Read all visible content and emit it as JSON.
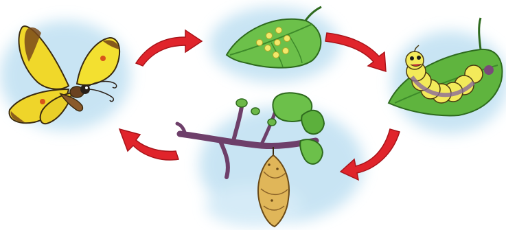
{
  "diagram": {
    "stages": [
      {
        "id": "adult",
        "icon": "butterfly-icon"
      },
      {
        "id": "egg",
        "icon": "egg-leaf-icon"
      },
      {
        "id": "larva",
        "icon": "caterpillar-icon"
      },
      {
        "id": "pupa",
        "icon": "chrysalis-icon"
      }
    ],
    "arrows": [
      {
        "from": "adult",
        "to": "egg"
      },
      {
        "from": "egg",
        "to": "larva"
      },
      {
        "from": "larva",
        "to": "pupa"
      },
      {
        "from": "pupa",
        "to": "adult"
      }
    ],
    "colors": {
      "arrow": "#e0242b",
      "arrow_dark": "#a8141a",
      "cloud": "#bfe0f2",
      "wing": "#f2df2a",
      "leaf": "#6cc04a",
      "leaf_dark": "#3d8a2a",
      "branch": "#6e3f6a",
      "chrysalis": "#e0b659",
      "caterpillar": "#f3ea5a"
    }
  }
}
